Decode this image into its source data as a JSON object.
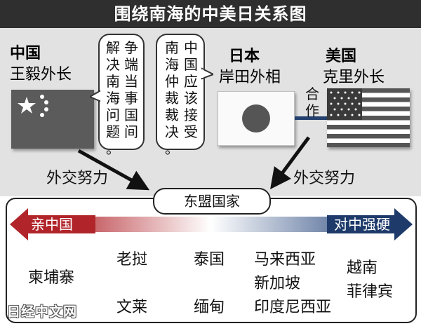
{
  "title": "围绕南海的中美日关系图",
  "china": {
    "country": "中国",
    "official": "王毅外长"
  },
  "japan": {
    "country": "日本",
    "official": "岸田外相"
  },
  "usa": {
    "country": "美国",
    "official": "克里外长"
  },
  "bubble_china": {
    "col1": "争端当事国间",
    "col2": "解决南海问题。"
  },
  "bubble_japan": {
    "col1": "中国应该接受",
    "col2": "南海仲裁裁决。"
  },
  "cooperation_label": "合作",
  "diplomacy_left": "外交努力",
  "diplomacy_right": "外交努力",
  "asean": {
    "title": "东盟国家",
    "left_pole": "亲中国",
    "right_pole": "对中强硬",
    "countries": {
      "cambodia": "柬埔寨",
      "laos": "老挝",
      "brunei": "文莱",
      "thailand": "泰国",
      "myanmar": "缅甸",
      "malaysia": "马来西亚",
      "singapore": "新加坡",
      "indonesia": "印度尼西亚",
      "vietnam": "越南",
      "philippines": "菲律宾"
    }
  },
  "watermark": "日经中文网",
  "colors": {
    "pro_china": "#b1252a",
    "hardline": "#1d3a6a",
    "header_bg": "#2f2f2f"
  }
}
